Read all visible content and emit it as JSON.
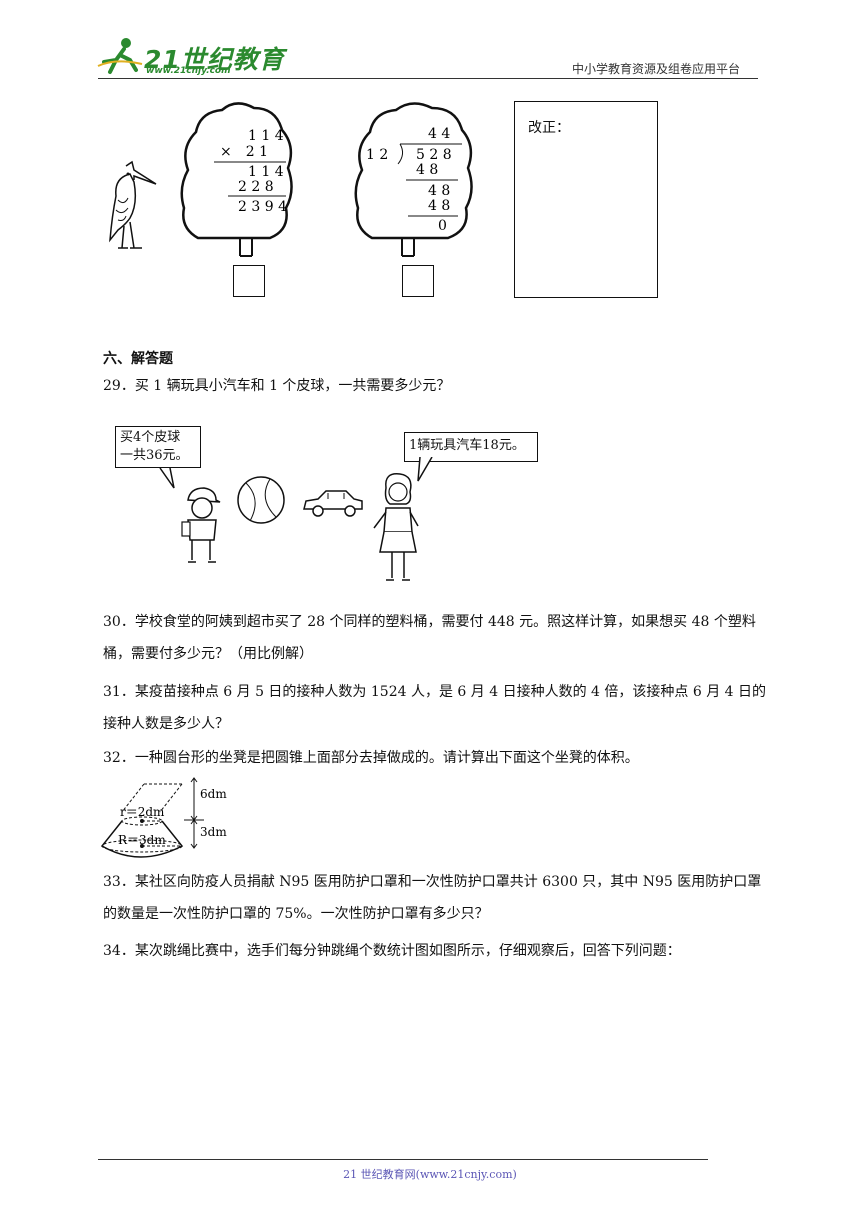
{
  "header": {
    "logo_text": "21世纪教育",
    "logo_url": "www.21cnjy.com",
    "right_text": "中小学教育资源及组卷应用平台"
  },
  "trees": {
    "tree1": {
      "lines": [
        "1 1 4",
        "×　2 1",
        "1 1 4",
        "2 2 8",
        "2 3 9 4"
      ]
    },
    "tree2": {
      "quotient": "4 4",
      "divisor": "1 2",
      "dividend": "5 2 8",
      "lines": [
        "4 8",
        "4 8",
        "4 8",
        "0"
      ]
    },
    "correction_label": "改正："
  },
  "section_title": "六、解答题",
  "questions": {
    "q29": "29．买 1 辆玩具小汽车和 1 个皮球，一共需要多少元？",
    "q30": "30．学校食堂的阿姨到超市买了 28 个同样的塑料桶，需要付 448 元。照这样计算，如果想买 48 个塑料桶，需要付多少元？（用比例解）",
    "q31": "31．某疫苗接种点 6 月 5 日的接种人数为 1524 人，是 6 月 4 日接种人数的 4 倍，该接种点 6 月 4 日的接种人数是多少人？",
    "q32": "32．一种圆台形的坐凳是把圆锥上面部分去掉做成的。请计算出下面这个坐凳的体积。",
    "q33": "33．某社区向防疫人员捐献 N95 医用防护口罩和一次性防护口罩共计 6300 只，其中 N95 医用防护口罩的数量是一次性防护口罩的 75%。一次性防护口罩有多少只？",
    "q34": "34．某次跳绳比赛中，选手们每分钟跳绳个数统计图如图所示，仔细观察后，回答下列问题："
  },
  "bubbles": {
    "boy_line1": "买4个皮球",
    "boy_line2": "一共36元。",
    "girl": "1辆玩具汽车18元。"
  },
  "cone": {
    "r_label": "r＝2dm",
    "R_label": "R＝3dm",
    "top_height": "6dm",
    "bottom_height": "3dm"
  },
  "footer": {
    "text": "21 世纪教育网(www.21cnjy.com)"
  }
}
